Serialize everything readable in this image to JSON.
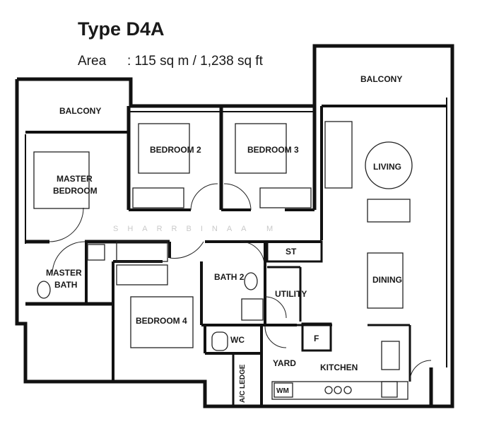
{
  "header": {
    "title": "Type D4A",
    "area_label": "Area",
    "area_value": ": 115 sq m / 1,238 sq ft"
  },
  "rooms": {
    "balcony_left": "BALCONY",
    "balcony_right": "BALCONY",
    "bedroom2": "BEDROOM 2",
    "bedroom3": "BEDROOM 3",
    "living": "LIVING",
    "master_bedroom_l1": "MASTER",
    "master_bedroom_l2": "BEDROOM",
    "master_bath_l1": "MASTER",
    "master_bath_l2": "BATH",
    "bath2": "BATH 2",
    "st": "ST",
    "utility": "UTILITY",
    "dining": "DINING",
    "bedroom4": "BEDROOM 4",
    "wc": "WC",
    "f": "F",
    "yard": "YARD",
    "kitchen": "KITCHEN",
    "ac_ledge": "A/C LEDGE",
    "wm": "WM"
  },
  "watermark": "SHARRBINAA M"
}
